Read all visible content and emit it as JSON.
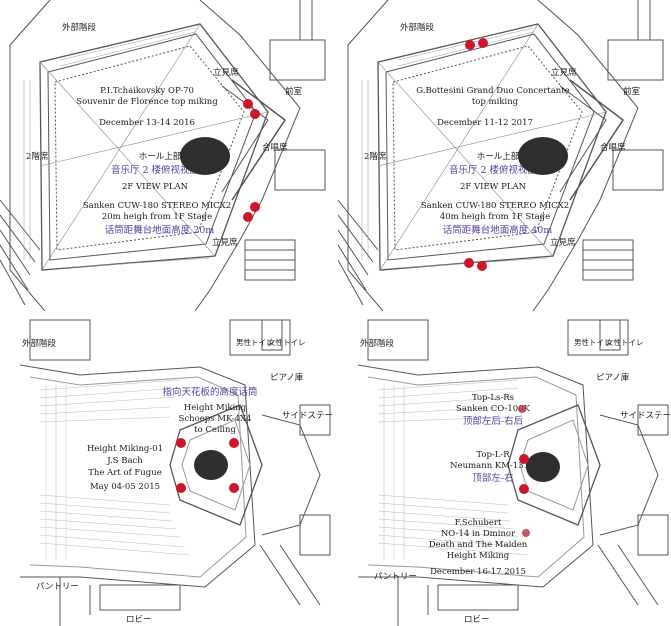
{
  "panels": [
    {
      "labels": {
        "outer_stairs": "外部階段",
        "standing_top": "立見席",
        "front_room": "前室",
        "choir": "合唱席",
        "floor2": "2階席",
        "standing_bottom": "立見席"
      },
      "text": {
        "work_line1": "P.I.Tchaikovsky OP-70",
        "work_line2": "Souvenir de Florence top miking",
        "date": "December 13-14 2016",
        "hall_top": "ホール上部",
        "view_cn": "音乐厅 2 楼俯视视图",
        "view_en": "2F VIEW PLAN",
        "mic_line1": "Sanken CUW-180  STEREO MICX2",
        "mic_line2": "20m heigh from 1F Stage",
        "height_cn": "话筒距舞台地面高度 20m"
      }
    },
    {
      "labels": {
        "outer_stairs": "外部階段",
        "standing_top": "立見席",
        "front_room": "前室",
        "choir": "合唱席",
        "floor2": "2階席",
        "standing_bottom": "立見席"
      },
      "text": {
        "work_line1": "G.Bottesini Grand Duo  Concertante",
        "work_line2": "top miking",
        "date": "December 11-12 2017",
        "hall_top": "ホール上部",
        "view_cn": "音乐厅 2 楼俯视视图",
        "view_en": "2F VIEW PLAN",
        "mic_line1": "Sanken CUW-180  STEREO MICX2",
        "mic_line2": "40m heigh from 1F Stage",
        "height_cn": "话筒距舞台地面高度 40m"
      }
    },
    {
      "labels": {
        "outer_stairs": "外部階段",
        "piano_store": "ピアノ庫",
        "side_stage": "サイドステー",
        "pantry": "パントリー",
        "lobby": "ロビー",
        "mens_toilet": "男性トイレ",
        "womens_toilet": "女性トイレ"
      },
      "text": {
        "ceiling_cn": "指向天花板的高度话筒",
        "setup_line1": "Height Miking",
        "setup_line2": "Schoeps MK-4X4",
        "setup_line3": "to Ceiling",
        "work_line1": "Height Miking-01",
        "work_line2": "J.S Bach",
        "work_line3": "The Art of Fugue",
        "date": "May 04-05 2015"
      }
    },
    {
      "labels": {
        "outer_stairs": "外部階段",
        "piano_store": "ピアノ庫",
        "side_stage": "サイドステー",
        "pantry": "パントリー",
        "lobby": "ロビー",
        "mens_toilet": "男性トイレ",
        "womens_toilet": "女性トイレ"
      },
      "text": {
        "rear_line1": "Top-Ls-Rs",
        "rear_line2": "Sanken CO-100K",
        "rear_cn": "顶部左后-右后",
        "top_line1": "Top-L-R",
        "top_line2": "Neumann KM-131D",
        "top_cn": "顶部左-右",
        "work_line1": "F.Schubert",
        "work_line2": "NO-14 in Dminor",
        "work_line3": "Death and The Maiden",
        "work_line4": "Height Miking",
        "date": "December 16-17 2015"
      }
    }
  ],
  "colors": {
    "mic": "#d0152b",
    "cn_text": "#5a3fa0",
    "hall": "#2f2f2f",
    "line": "#555555"
  }
}
